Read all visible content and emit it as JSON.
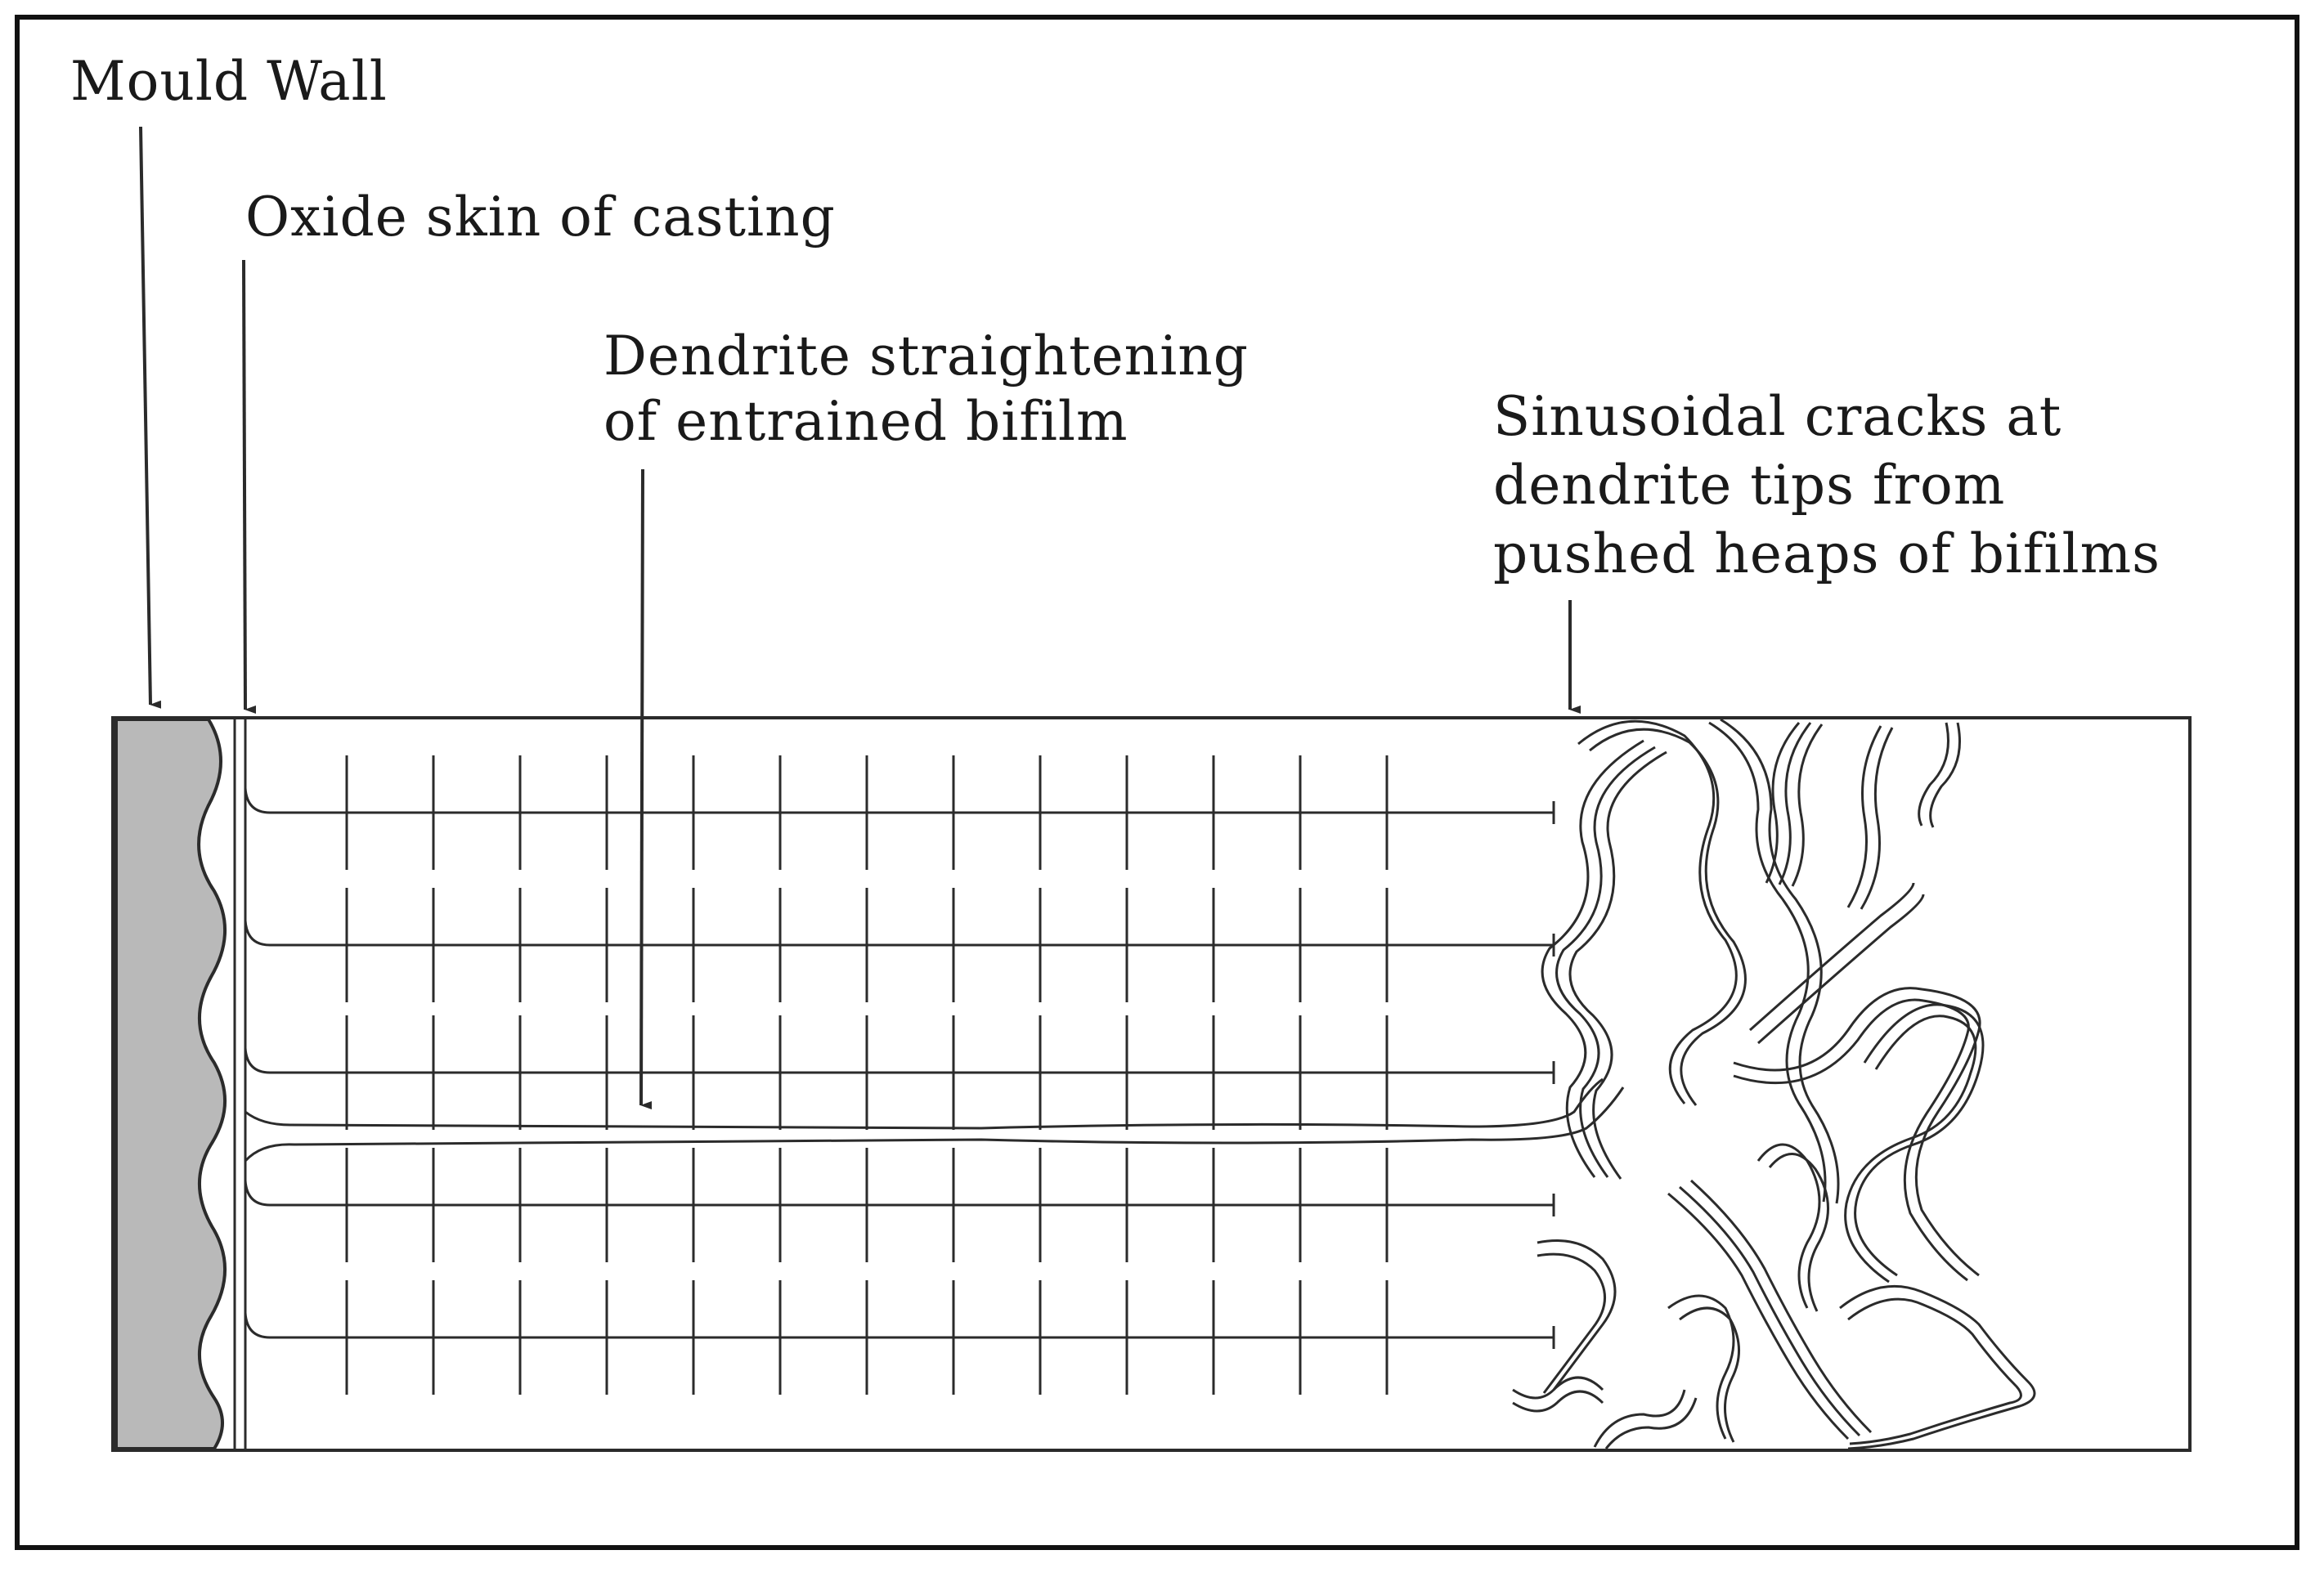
{
  "labels": {
    "mould_wall": "Mould Wall",
    "oxide_skin": "Oxide skin of casting",
    "dendrite_line1": "Dendrite straightening",
    "dendrite_line2": "of entrained bifilm",
    "cracks_line1": "Sinusoidal cracks at",
    "cracks_line2": "dendrite tips from",
    "cracks_line3": "pushed heaps of bifilms"
  },
  "colors": {
    "ink": "#2b2b2b",
    "mould_fill": "#b9b9b9",
    "border": "#111111"
  }
}
